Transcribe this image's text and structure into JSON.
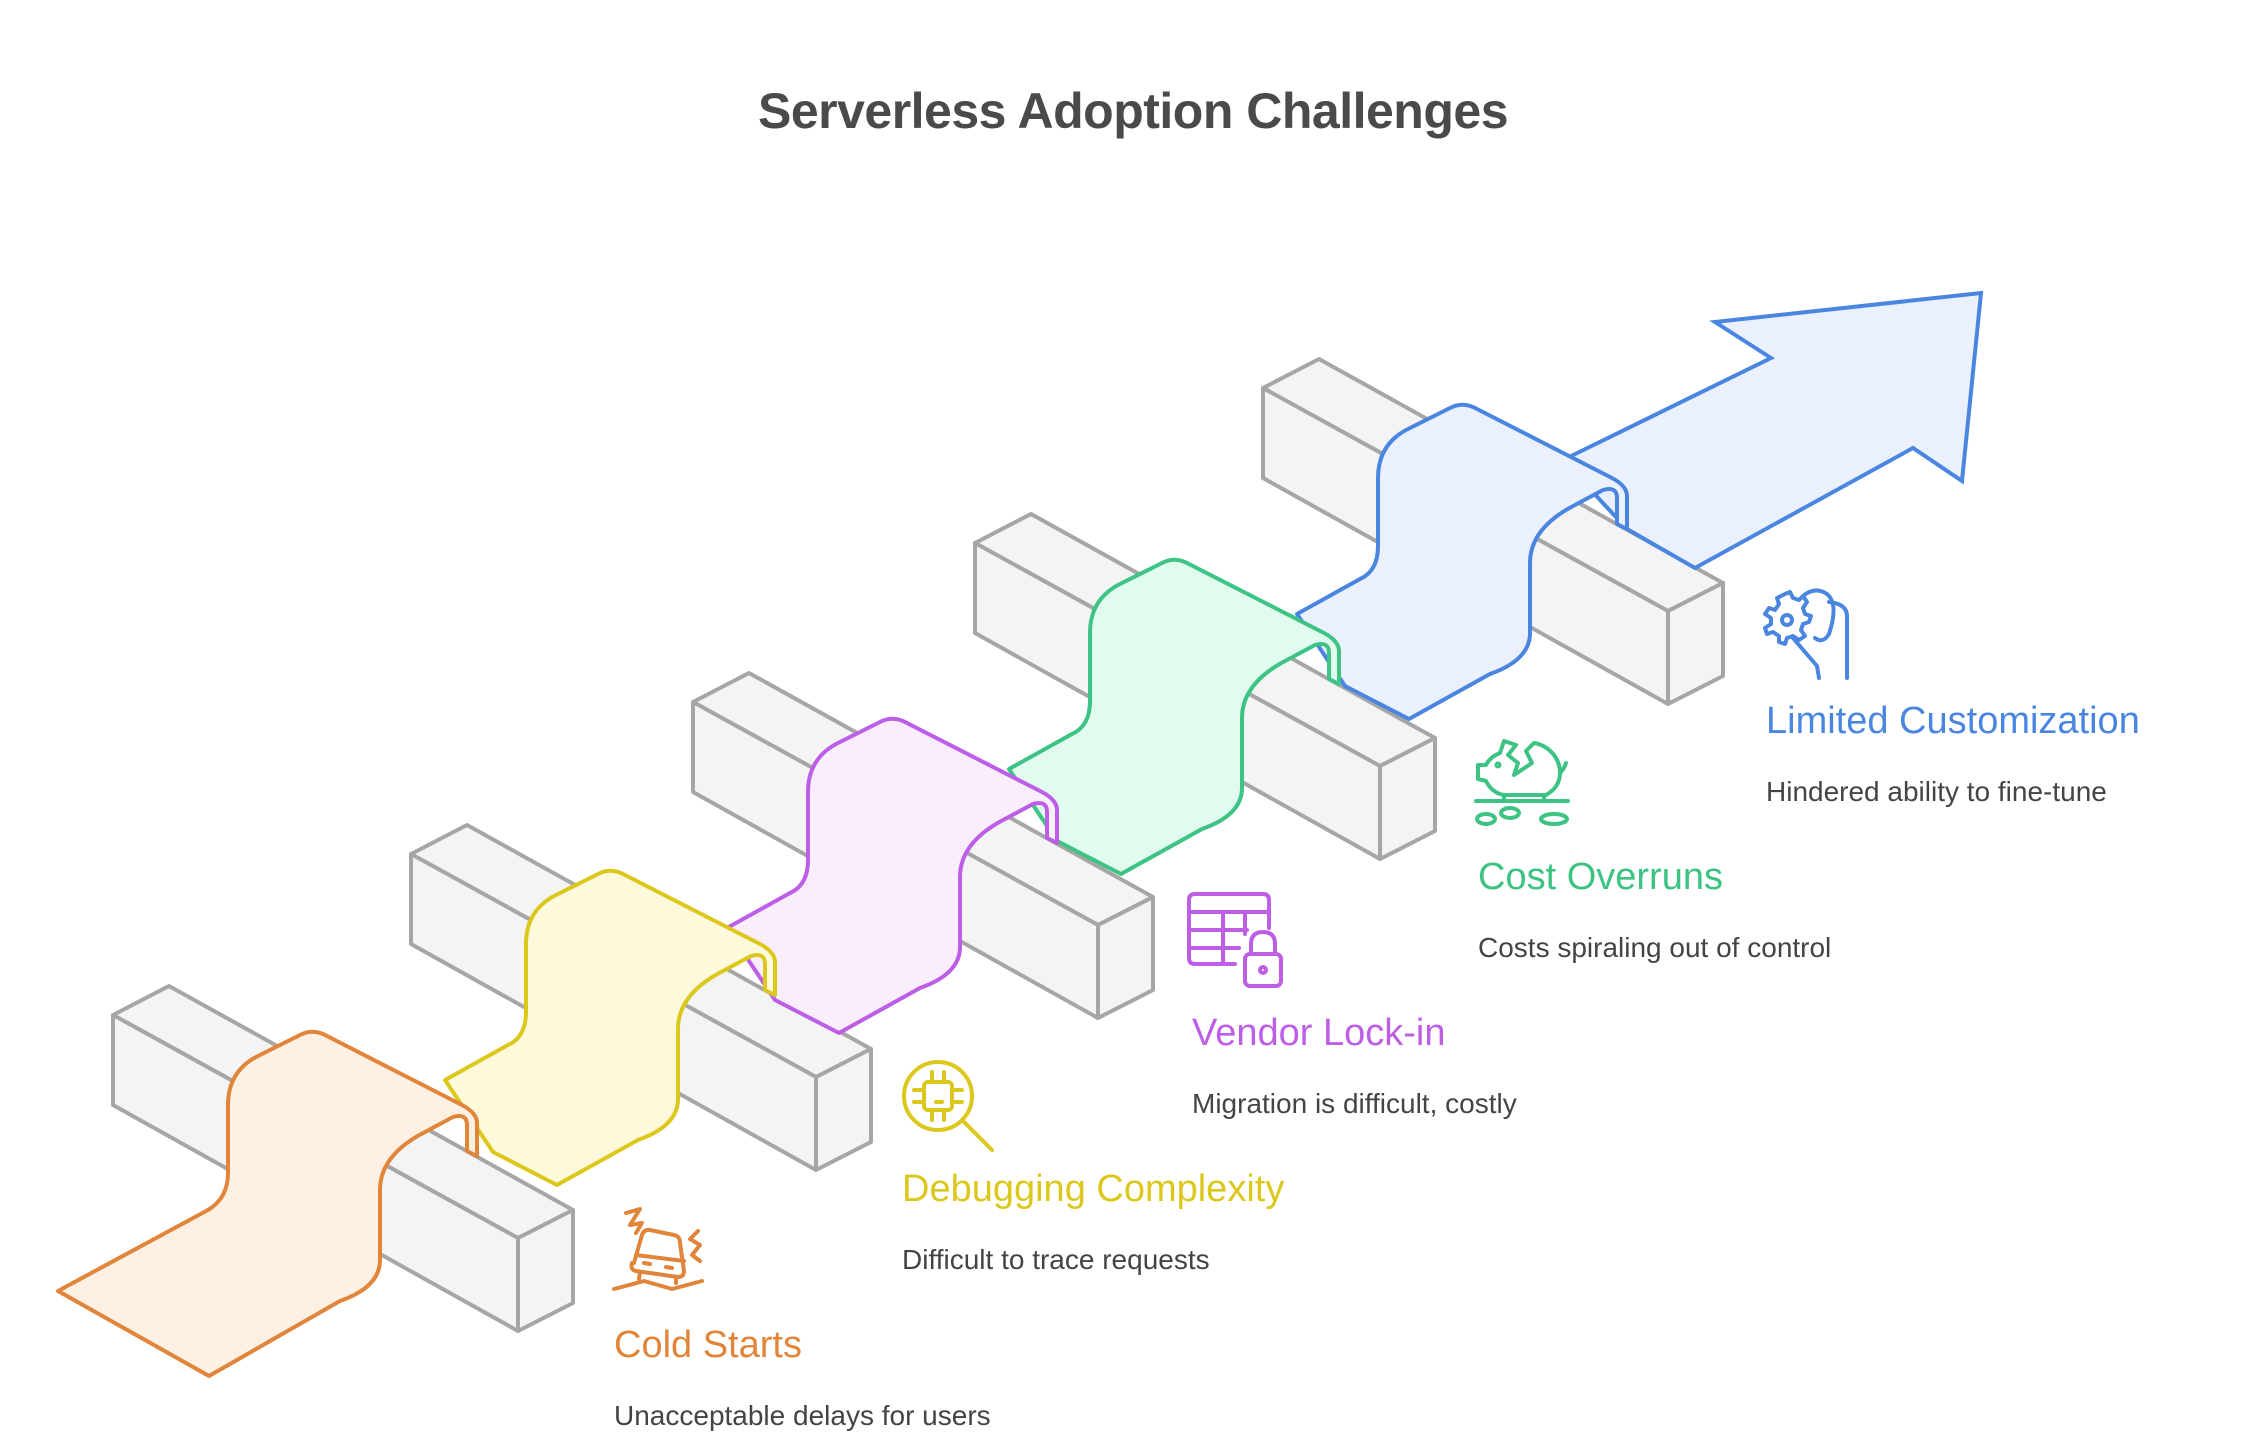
{
  "title": "Serverless Adoption Challenges",
  "colors": {
    "block_stroke": "#a6a6a6",
    "block_fill": "#f4f4f4",
    "text": "#444444"
  },
  "steps": [
    {
      "title": "Cold Starts",
      "description": "Unacceptable delays for users",
      "icon": "skidding-car-icon",
      "stroke": "#e0853a",
      "fill": "#fef1e4"
    },
    {
      "title": "Debugging Complexity",
      "description": "Difficult to trace requests",
      "icon": "chip-magnifier-icon",
      "stroke": "#dcc81c",
      "fill": "#fef9da"
    },
    {
      "title": "Vendor Lock-in",
      "description": "Migration is difficult, costly",
      "icon": "locked-table-icon",
      "stroke": "#bd5ee6",
      "fill": "#faeefc"
    },
    {
      "title": "Cost Overruns",
      "description": "Costs spiraling out of control",
      "icon": "broken-piggy-bank-icon",
      "stroke": "#3dc383",
      "fill": "#e1fbee"
    },
    {
      "title": "Limited Customization",
      "description": "Hindered ability to fine-tune",
      "icon": "hand-gear-icon",
      "stroke": "#4a86e0",
      "fill": "#eaf1fd"
    }
  ]
}
